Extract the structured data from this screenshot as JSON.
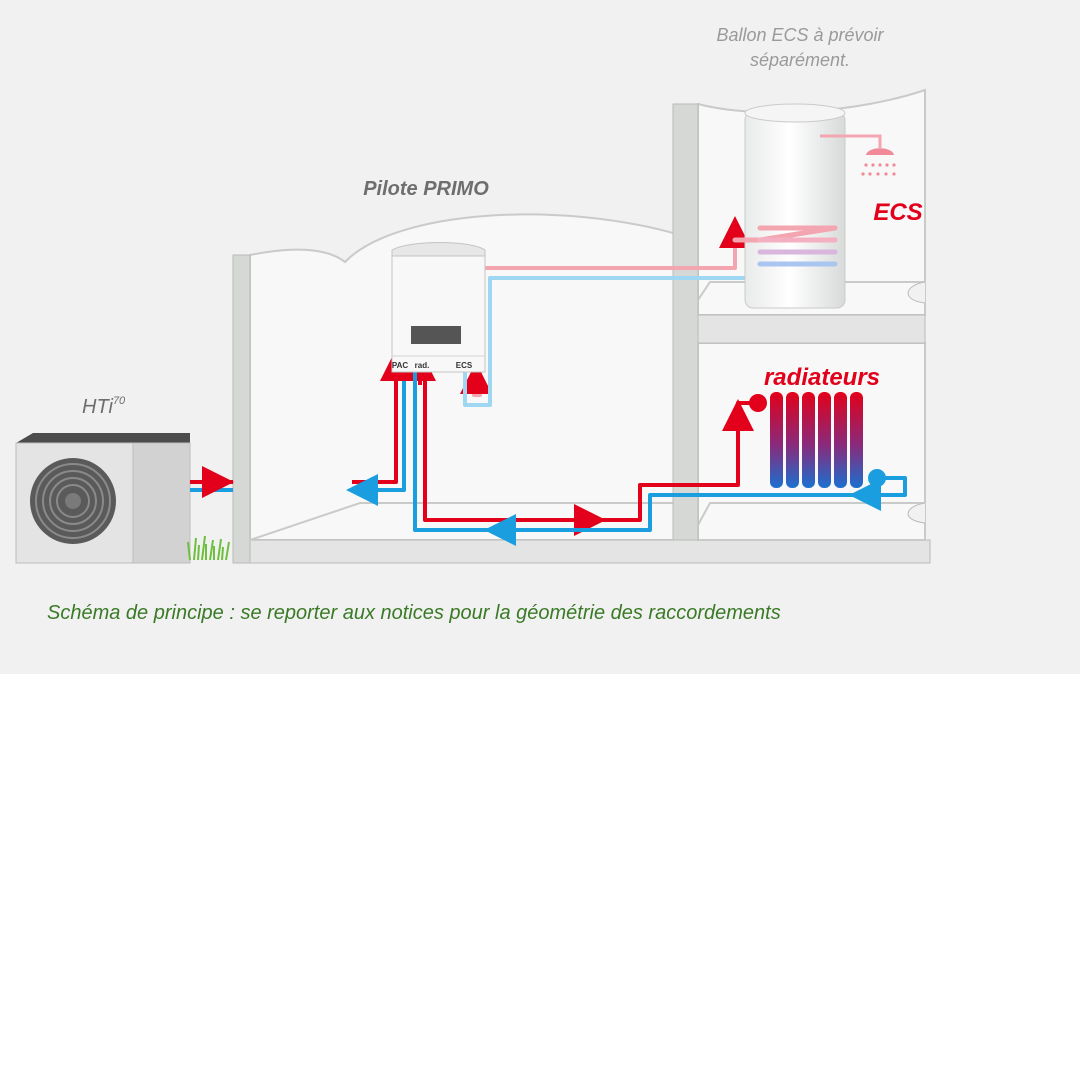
{
  "labels": {
    "tank_note_line1": "Ballon ECS à prévoir",
    "tank_note_line2": "séparément.",
    "controller_name": "Pilote PRIMO",
    "heat_pump_name": "HTi",
    "heat_pump_model_sup": "70",
    "ecs_label": "ECS",
    "radiators_label": "radiateurs",
    "port_pac": "PAC",
    "port_rad": "rad.",
    "port_ecs": "ECS",
    "caption": "Schéma de principe : se reporter aux notices pour la géométrie des raccordements"
  },
  "colors": {
    "background": "#f0f1f0",
    "hot_pipe": "#e2001a",
    "cold_pipe": "#1b9ee0",
    "hot_pipe_light": "#f4a6b0",
    "cold_pipe_light": "#9fd6f2",
    "caption": "#3a7a26",
    "wall": "#d6d8d6",
    "label_grey": "#6e6e6e"
  }
}
